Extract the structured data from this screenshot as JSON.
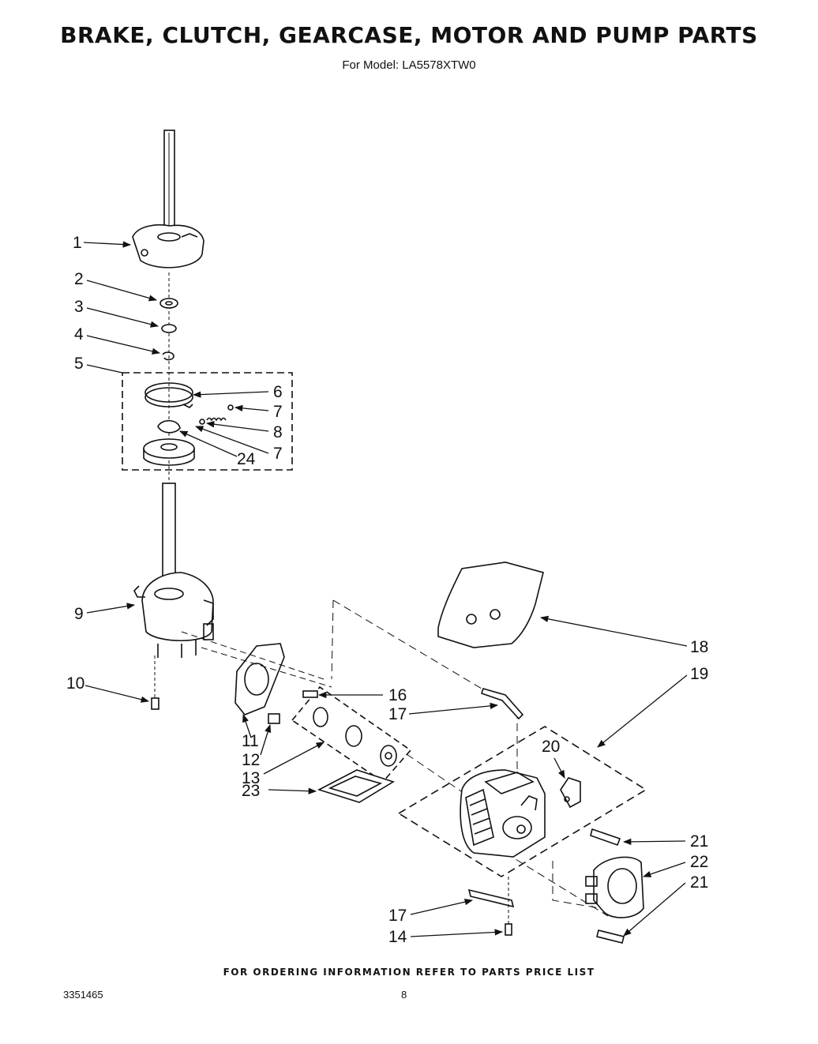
{
  "title": "BRAKE, CLUTCH, GEARCASE, MOTOR AND PUMP PARTS",
  "subtitle": "For Model: LA5578XTW0",
  "footer": "FOR ORDERING INFORMATION REFER TO PARTS PRICE LIST",
  "doc_number": "3351465",
  "page_number": "8",
  "callouts": {
    "c1": "1",
    "c2": "2",
    "c3": "3",
    "c4": "4",
    "c5": "5",
    "c6": "6",
    "c7a": "7",
    "c8": "8",
    "c7b": "7",
    "c24": "24",
    "c9": "9",
    "c10": "10",
    "c11": "11",
    "c12": "12",
    "c13": "13",
    "c23": "23",
    "c16": "16",
    "c17a": "17",
    "c18": "18",
    "c19": "19",
    "c20": "20",
    "c21a": "21",
    "c22": "22",
    "c21b": "21",
    "c17b": "17",
    "c14": "14"
  }
}
